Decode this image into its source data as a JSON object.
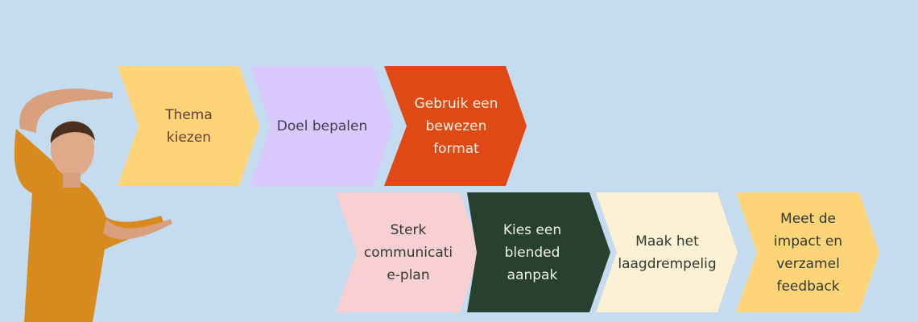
{
  "steps": [
    {
      "label": "Thema kiezen",
      "lines": [
        "Thema",
        "kiezen"
      ],
      "color": "#fed478",
      "text_color": "#6b3a3a"
    },
    {
      "label": "Doel bepalen",
      "lines": [
        "Doel bepalen"
      ],
      "color": "#d8c8fc",
      "text_color": "#3b3f4f"
    },
    {
      "label": "Gebruik een bewezen format",
      "lines": [
        "Gebruik een",
        "bewezen",
        "format"
      ],
      "color": "#e04914",
      "text_color": "#fff3e6"
    },
    {
      "label": "Sterk communicatie-plan",
      "lines": [
        "Sterk",
        "communicati",
        "e-plan"
      ],
      "color": "#f8d0d2",
      "text_color": "#2f3a33"
    },
    {
      "label": "Kies een blended aanpak",
      "lines": [
        "Kies een",
        "blended",
        "aanpak"
      ],
      "color": "#27402f",
      "text_color": "#f1f1e6"
    },
    {
      "label": "Maak het laagdrempelig",
      "lines": [
        "Maak het",
        "laagdrempelig"
      ],
      "color": "#fdf1d5",
      "text_color": "#2f3a33"
    },
    {
      "label": "Meet de impact en verzamel feedback",
      "lines": [
        "Meet de",
        "impact en",
        "verzamel",
        "feedback"
      ],
      "color": "#fed478",
      "text_color": "#2f3a33"
    }
  ]
}
